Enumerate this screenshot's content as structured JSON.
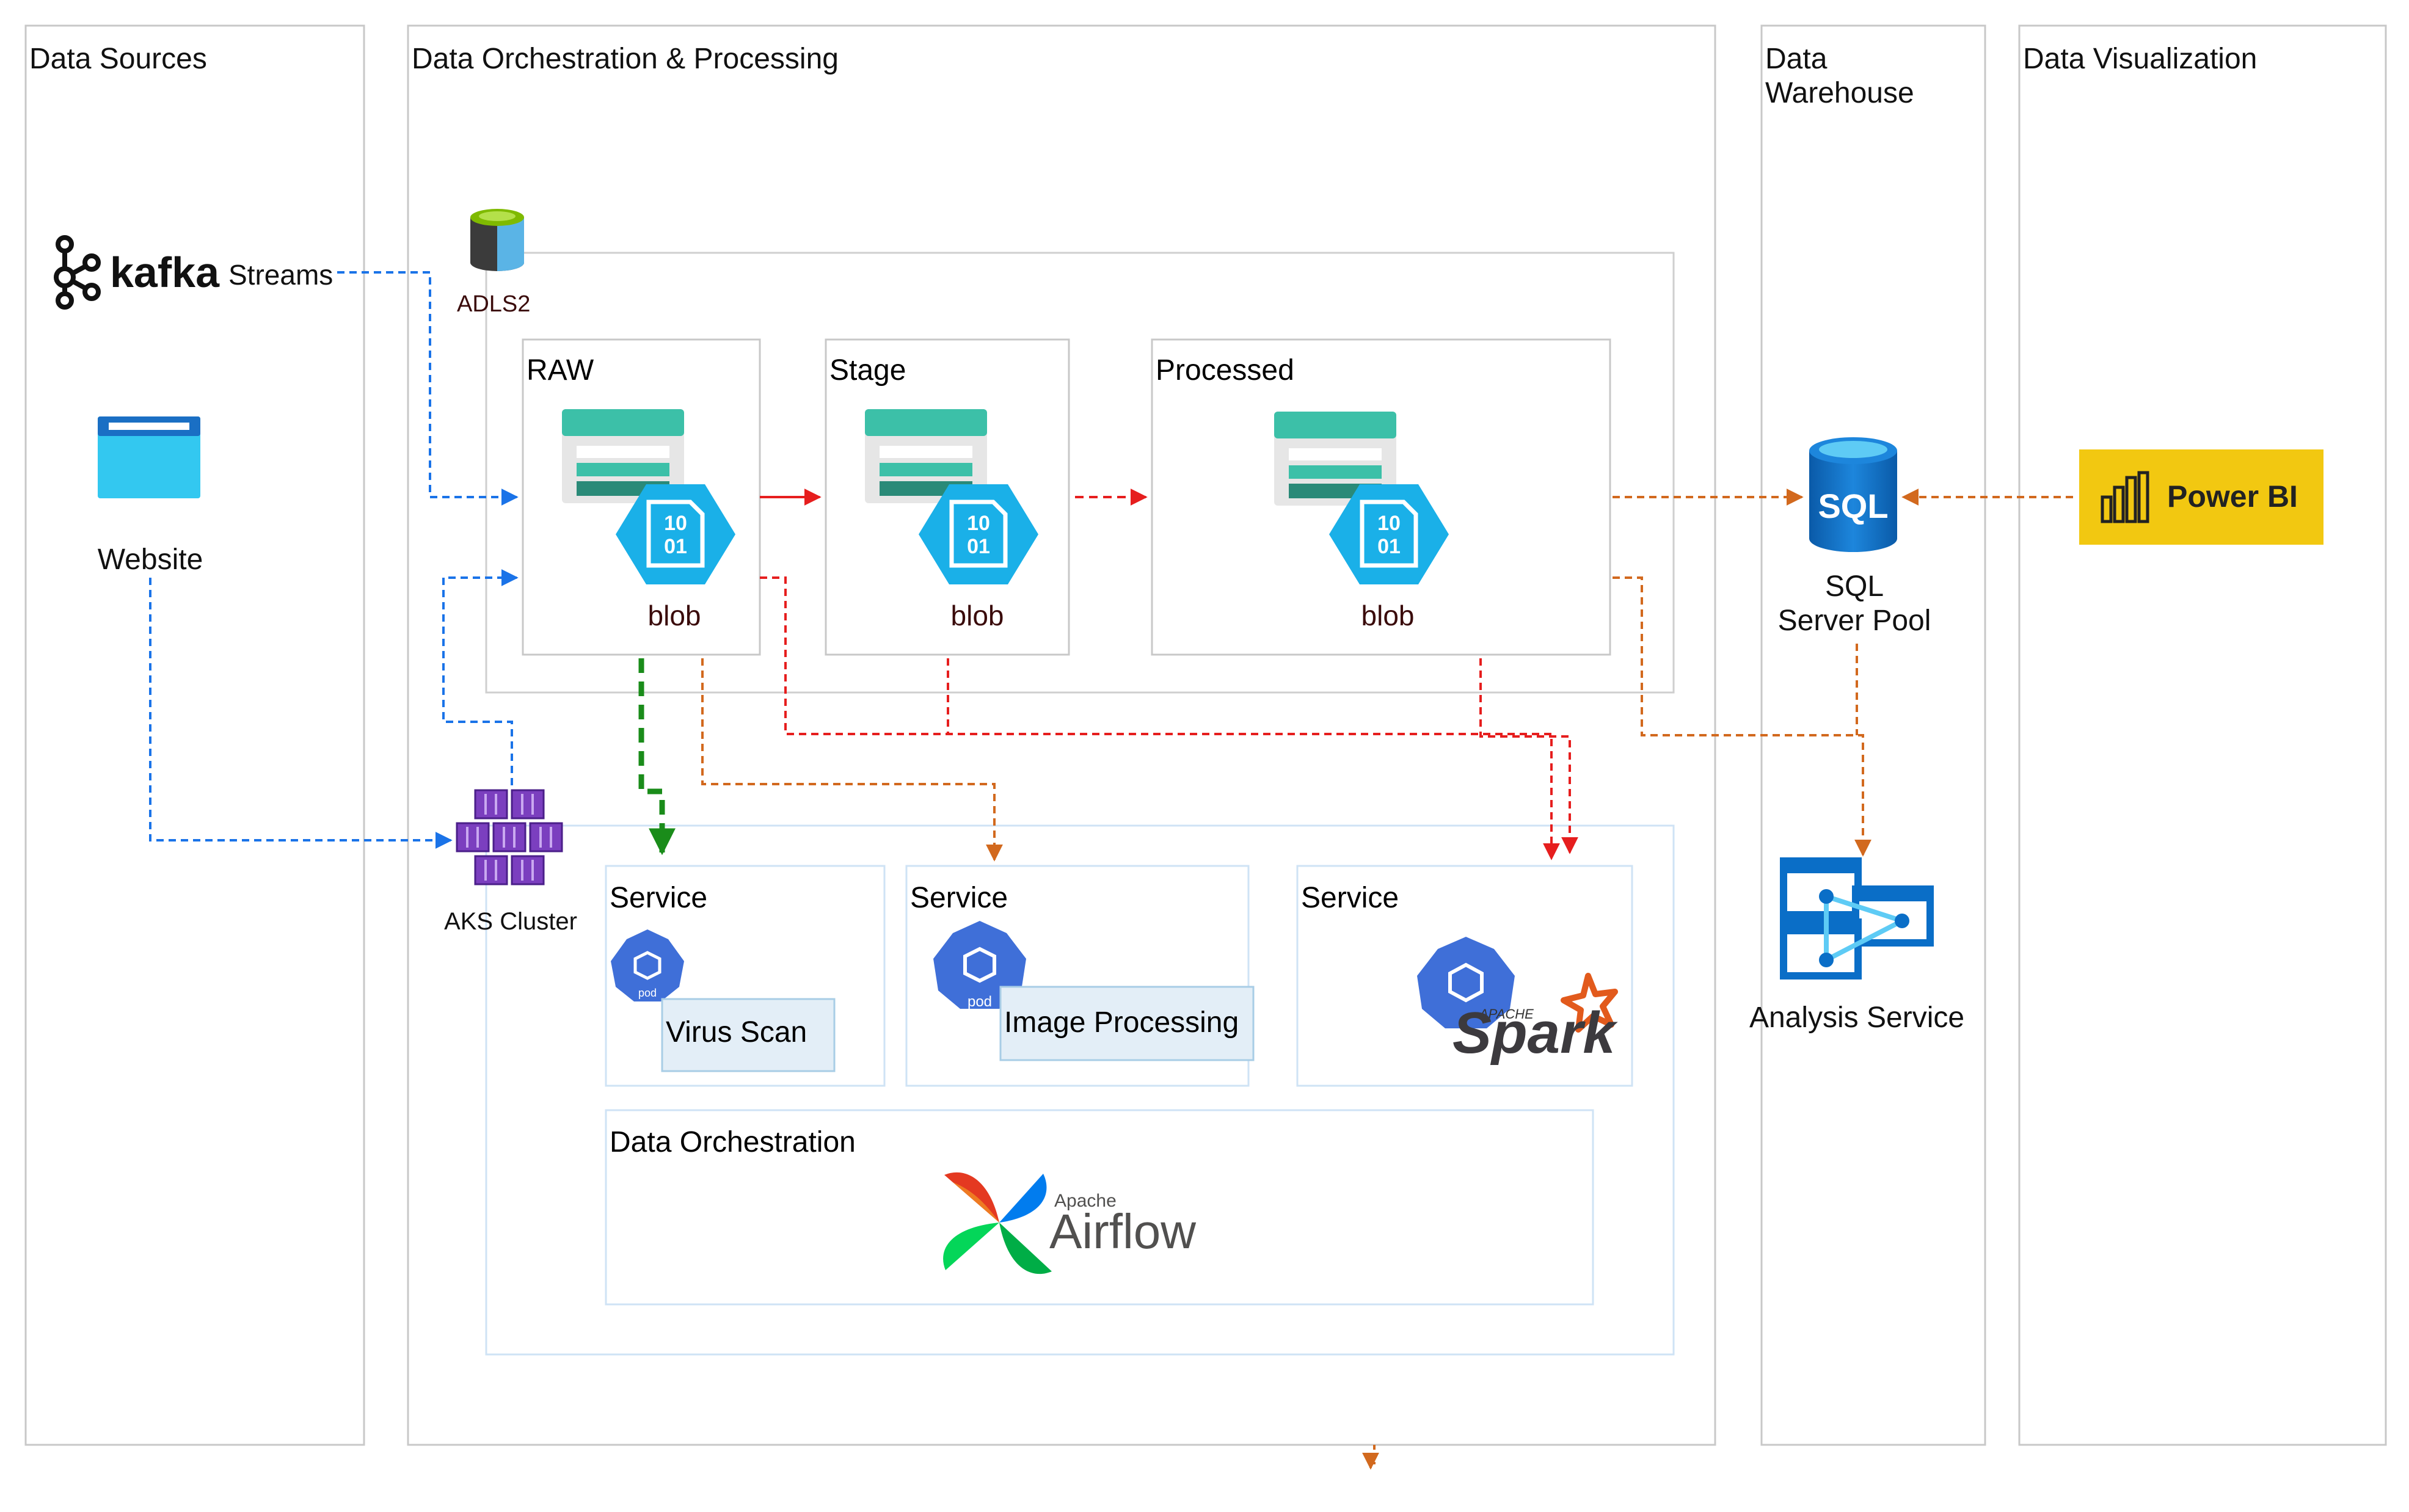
{
  "columns": {
    "sources": "Data Sources",
    "orchestration": "Data Orchestration & Processing",
    "warehouse_line1": "Data",
    "warehouse_line2": "Warehouse",
    "visualization": "Data Visualization"
  },
  "sources": {
    "kafka_logo_text": "kafka",
    "kafka_label": "Streams",
    "website_label": "Website"
  },
  "storage": {
    "adls_label": "ADLS2",
    "containers": [
      {
        "title": "RAW",
        "blob_label": "blob"
      },
      {
        "title": "Stage",
        "blob_label": "blob"
      },
      {
        "title": "Processed",
        "blob_label": "blob"
      }
    ],
    "blob_icon_text": [
      "10",
      "01"
    ]
  },
  "aks": {
    "label": "AKS Cluster",
    "pod_icon_text": "pod",
    "services": [
      {
        "title": "Service",
        "box_label": "Virus Scan"
      },
      {
        "title": "Service",
        "box_label": "Image Processing"
      },
      {
        "title": "Service",
        "box_label": "",
        "logo_small": "APACHE",
        "logo_text": "Spark"
      }
    ],
    "orchestration": {
      "title": "Data Orchestration",
      "logo_small": "Apache",
      "logo_text": "Airflow"
    }
  },
  "warehouse": {
    "sql_icon_text": "SQL",
    "sql_label_line1": "SQL",
    "sql_label_line2": "Server Pool",
    "analysis_label": "Analysis Service"
  },
  "visualization": {
    "powerbi_label": "Power BI"
  },
  "colors": {
    "flow_blue": "#1a73e8",
    "flow_red": "#e61e1e",
    "flow_orange": "#d2691e",
    "flow_green": "#1a8c1a",
    "powerbi_yellow": "#f2c811",
    "azure_blue": "#0078d4",
    "kubernetes_purple": "#7b3fbf"
  }
}
